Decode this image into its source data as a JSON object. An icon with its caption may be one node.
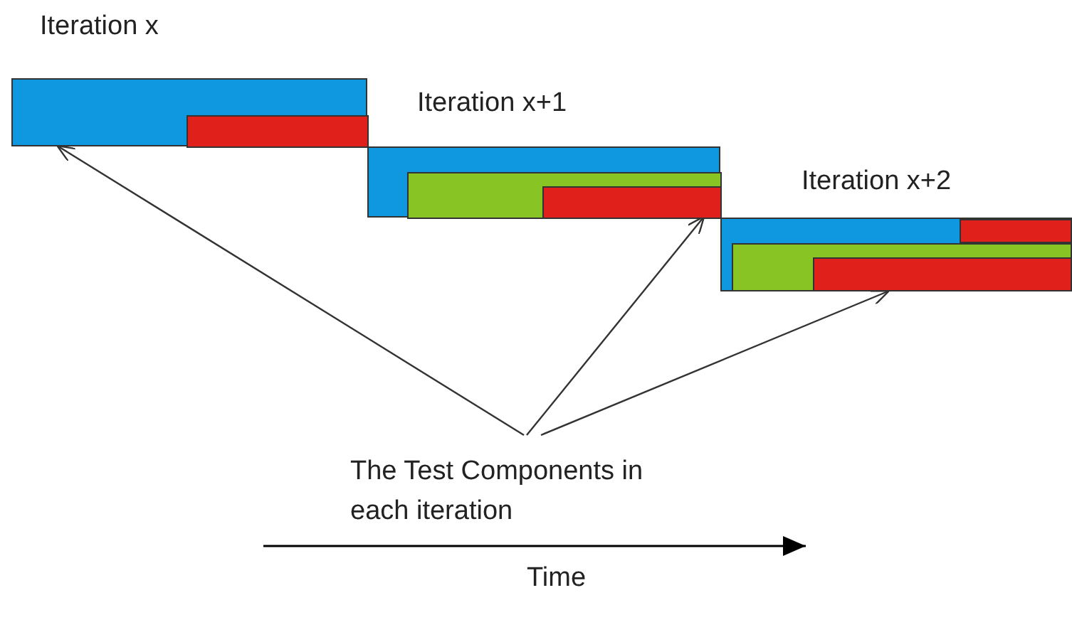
{
  "diagram": {
    "nodes": [
      {
        "text": [
          "Iteration x"
        ]
      },
      {
        "text": [],
        "shape": "bar",
        "in": 0
      },
      {
        "text": [
          "Iteration x+1"
        ]
      },
      {
        "text": [],
        "shape": "bar",
        "in": 2
      },
      {
        "text": [],
        "shape": "bar",
        "in": 3
      },
      {
        "text": [
          "Iteration x+2"
        ]
      },
      {
        "text": [],
        "shape": "bar",
        "in": 5
      },
      {
        "text": [],
        "shape": "bar",
        "in": 5
      },
      {
        "text": [],
        "shape": "bar",
        "in": 7
      },
      {
        "text": [
          "The Test Components in each iteration"
        ]
      }
    ],
    "edges": [
      {
        "from": 9,
        "to": 0,
        "arrow": "to"
      },
      {
        "from": 9,
        "to": 2,
        "arrow": "to"
      },
      {
        "from": 9,
        "to": 5,
        "arrow": "to"
      }
    ],
    "labels": [
      "Time"
    ]
  }
}
